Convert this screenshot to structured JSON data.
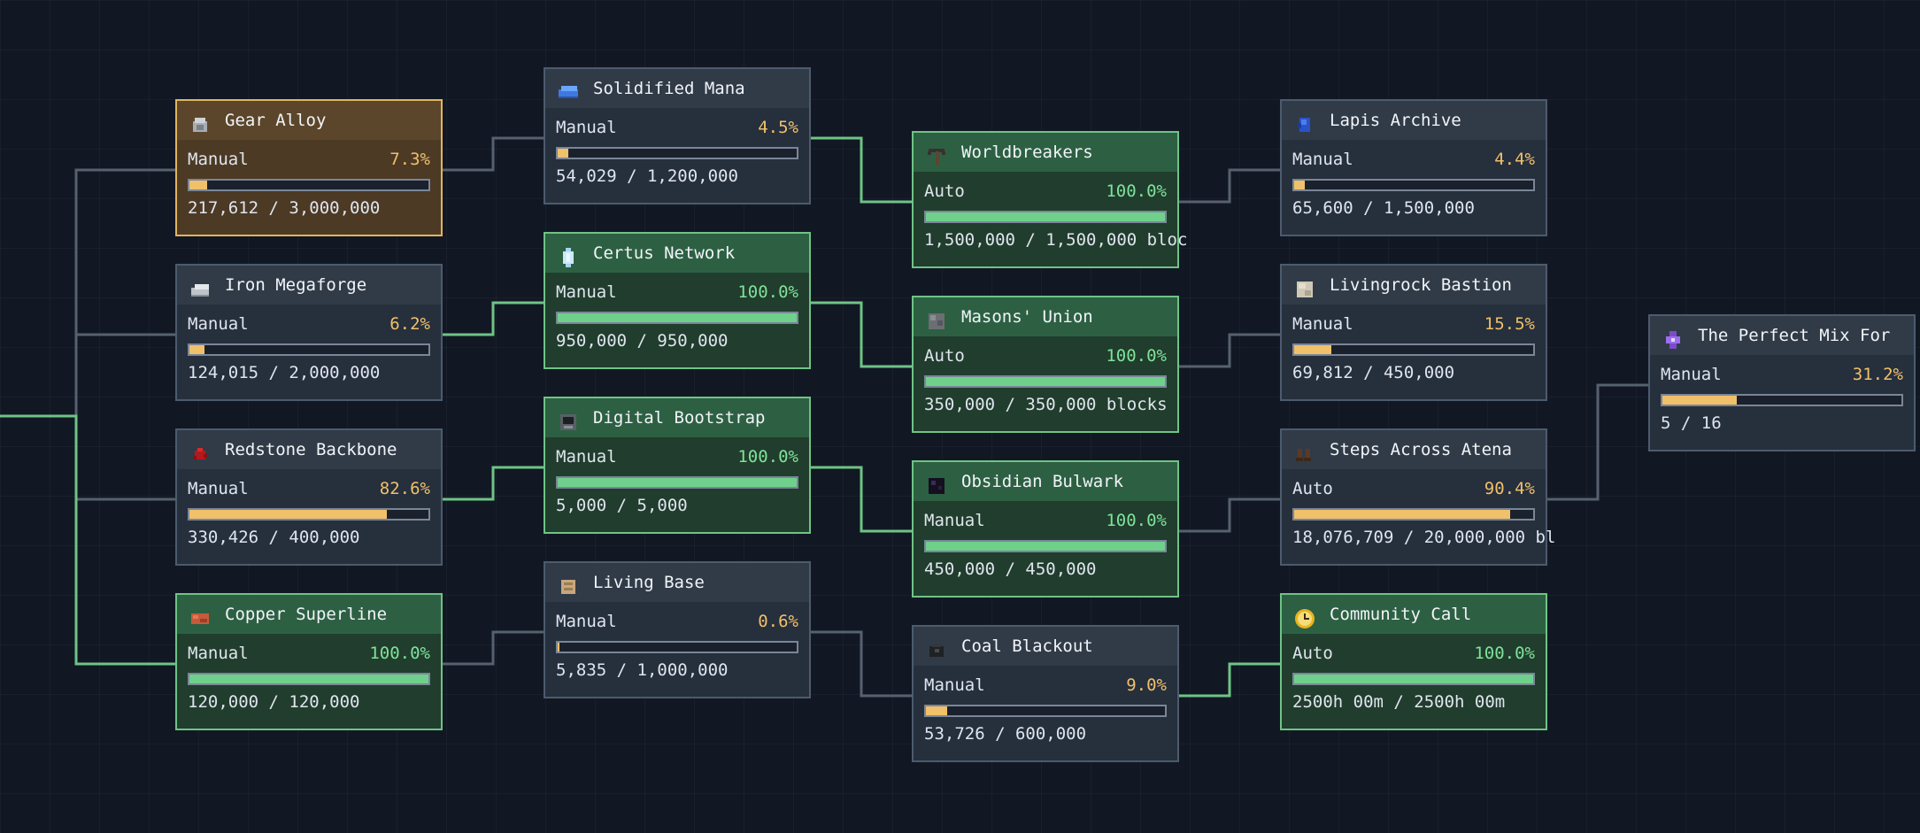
{
  "colors": {
    "background": "#121823",
    "card_default": "#262f3c",
    "card_complete": "#213d2d",
    "card_selected": "#4c3a25",
    "progress_partial": "#f0c06a",
    "progress_complete": "#6fd08c",
    "edge_default": "#56616f",
    "edge_complete": "#6fc386"
  },
  "nodes": [
    {
      "id": "gear_alloy",
      "title": "Gear Alloy",
      "mode": "Manual",
      "percent": "7.3%",
      "progress": 0.073,
      "count": "217,612 / 3,000,000",
      "icon": "gear-alloy-icon",
      "state": "selected",
      "col": 0,
      "row": 0
    },
    {
      "id": "iron_megaforge",
      "title": "Iron Megaforge",
      "mode": "Manual",
      "percent": "6.2%",
      "progress": 0.062,
      "count": "124,015 / 2,000,000",
      "icon": "iron-ingot-icon",
      "state": "default",
      "col": 0,
      "row": 1
    },
    {
      "id": "redstone_backbone",
      "title": "Redstone Backbone",
      "mode": "Manual",
      "percent": "82.6%",
      "progress": 0.826,
      "count": "330,426 / 400,000",
      "icon": "redstone-icon",
      "state": "default",
      "col": 0,
      "row": 2
    },
    {
      "id": "copper_superline",
      "title": "Copper Superline",
      "mode": "Manual",
      "percent": "100.0%",
      "progress": 1.0,
      "count": "120,000 / 120,000",
      "icon": "copper-block-icon",
      "state": "complete",
      "col": 0,
      "row": 3
    },
    {
      "id": "solidified_mana",
      "title": "Solidified Mana",
      "mode": "Manual",
      "percent": "4.5%",
      "progress": 0.045,
      "count": "54,029 / 1,200,000",
      "icon": "mana-ingot-icon",
      "state": "default",
      "col": 1,
      "row": 0
    },
    {
      "id": "certus_network",
      "title": "Certus Network",
      "mode": "Manual",
      "percent": "100.0%",
      "progress": 1.0,
      "count": "950,000 / 950,000",
      "icon": "certus-crystal-icon",
      "state": "complete",
      "col": 1,
      "row": 1
    },
    {
      "id": "digital_bootstrap",
      "title": "Digital Bootstrap",
      "mode": "Manual",
      "percent": "100.0%",
      "progress": 1.0,
      "count": "5,000 / 5,000",
      "icon": "machine-block-icon",
      "state": "complete",
      "col": 1,
      "row": 2
    },
    {
      "id": "living_base",
      "title": "Living Base",
      "mode": "Manual",
      "percent": "0.6%",
      "progress": 0.006,
      "count": "5,835 / 1,000,000",
      "icon": "living-wood-icon",
      "state": "default",
      "col": 1,
      "row": 3
    },
    {
      "id": "worldbreakers",
      "title": "Worldbreakers",
      "mode": "Auto",
      "percent": "100.0%",
      "progress": 1.0,
      "count": "1,500,000 / 1,500,000 bloc",
      "icon": "pickaxe-icon",
      "state": "complete",
      "col": 2,
      "row": 0
    },
    {
      "id": "masons_union",
      "title": "Masons' Union",
      "mode": "Auto",
      "percent": "100.0%",
      "progress": 1.0,
      "count": "350,000 / 350,000 blocks",
      "icon": "stone-block-icon",
      "state": "complete",
      "col": 2,
      "row": 1
    },
    {
      "id": "obsidian_bulwark",
      "title": "Obsidian Bulwark",
      "mode": "Manual",
      "percent": "100.0%",
      "progress": 1.0,
      "count": "450,000 / 450,000",
      "icon": "obsidian-icon",
      "state": "complete",
      "col": 2,
      "row": 2
    },
    {
      "id": "coal_blackout",
      "title": "Coal Blackout",
      "mode": "Manual",
      "percent": "9.0%",
      "progress": 0.09,
      "count": "53,726 / 600,000",
      "icon": "coal-icon",
      "state": "default",
      "col": 2,
      "row": 3
    },
    {
      "id": "lapis_archive",
      "title": "Lapis Archive",
      "mode": "Manual",
      "percent": "4.4%",
      "progress": 0.044,
      "count": "65,600 / 1,500,000",
      "icon": "lapis-icon",
      "state": "default",
      "col": 3,
      "row": 0
    },
    {
      "id": "livingrock_bastion",
      "title": "Livingrock Bastion",
      "mode": "Manual",
      "percent": "15.5%",
      "progress": 0.155,
      "count": "69,812 / 450,000",
      "icon": "livingrock-block-icon",
      "state": "default",
      "col": 3,
      "row": 1
    },
    {
      "id": "steps_across_atena",
      "title": "Steps Across Atena",
      "mode": "Auto",
      "percent": "90.4%",
      "progress": 0.904,
      "count": "18,076,709 / 20,000,000 bl",
      "icon": "boots-icon",
      "state": "default",
      "col": 3,
      "row": 2
    },
    {
      "id": "community_call",
      "title": "Community Call",
      "mode": "Auto",
      "percent": "100.0%",
      "progress": 1.0,
      "count": "2500h 00m / 2500h 00m",
      "icon": "clock-icon",
      "state": "complete",
      "col": 3,
      "row": 3
    },
    {
      "id": "perfect_mix",
      "title": "The Perfect Mix For",
      "mode": "Manual",
      "percent": "31.2%",
      "progress": 0.312,
      "count": "5 / 16",
      "icon": "mix-crystal-icon",
      "state": "default",
      "col": 4,
      "row": 0
    }
  ],
  "edges": [
    {
      "from": "root",
      "to": "gear_alloy",
      "complete": false
    },
    {
      "from": "root",
      "to": "iron_megaforge",
      "complete": false
    },
    {
      "from": "root",
      "to": "redstone_backbone",
      "complete": false
    },
    {
      "from": "root",
      "to": "copper_superline",
      "complete": true
    },
    {
      "from": "gear_alloy",
      "to": "solidified_mana",
      "complete": false
    },
    {
      "from": "iron_megaforge",
      "to": "certus_network",
      "complete": true
    },
    {
      "from": "redstone_backbone",
      "to": "digital_bootstrap",
      "complete": true
    },
    {
      "from": "copper_superline",
      "to": "living_base",
      "complete": false
    },
    {
      "from": "solidified_mana",
      "to": "worldbreakers",
      "complete": true
    },
    {
      "from": "certus_network",
      "to": "masons_union",
      "complete": true
    },
    {
      "from": "digital_bootstrap",
      "to": "obsidian_bulwark",
      "complete": true
    },
    {
      "from": "living_base",
      "to": "coal_blackout",
      "complete": false
    },
    {
      "from": "worldbreakers",
      "to": "lapis_archive",
      "complete": false
    },
    {
      "from": "masons_union",
      "to": "livingrock_bastion",
      "complete": false
    },
    {
      "from": "obsidian_bulwark",
      "to": "steps_across_atena",
      "complete": false
    },
    {
      "from": "coal_blackout",
      "to": "community_call",
      "complete": true
    },
    {
      "from": "steps_across_atena",
      "to": "perfect_mix",
      "complete": false
    }
  ]
}
